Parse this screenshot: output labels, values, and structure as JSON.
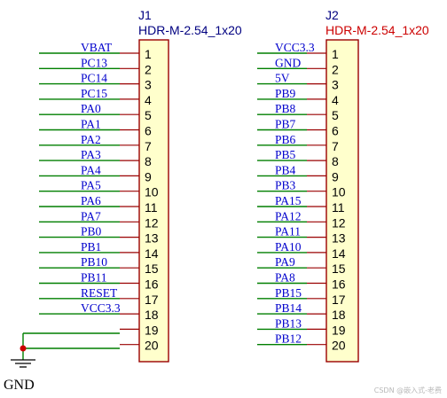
{
  "j1": {
    "ref": "J1",
    "value": "HDR-M-2.54_1x20",
    "pins": [
      "1",
      "2",
      "3",
      "4",
      "5",
      "6",
      "7",
      "8",
      "9",
      "10",
      "11",
      "12",
      "13",
      "14",
      "15",
      "16",
      "17",
      "18",
      "19",
      "20"
    ],
    "nets": [
      "VBAT",
      "PC13",
      "PC14",
      "PC15",
      "PA0",
      "PA1",
      "PA2",
      "PA3",
      "PA4",
      "PA5",
      "PA6",
      "PA7",
      "PB0",
      "PB1",
      "PB10",
      "PB11",
      "RESET",
      "VCC3.3",
      "",
      ""
    ]
  },
  "j2": {
    "ref": "J2",
    "value": "HDR-M-2.54_1x20",
    "pins": [
      "1",
      "2",
      "3",
      "4",
      "5",
      "6",
      "7",
      "8",
      "9",
      "10",
      "11",
      "12",
      "13",
      "14",
      "15",
      "16",
      "17",
      "18",
      "19",
      "20"
    ],
    "nets": [
      "VCC3.3",
      "GND",
      "5V",
      "PB9",
      "PB8",
      "PB7",
      "PB6",
      "PB5",
      "PB4",
      "PB3",
      "PA15",
      "PA12",
      "PA11",
      "PA10",
      "PA9",
      "PA8",
      "PB15",
      "PB14",
      "PB13",
      "PB12"
    ]
  },
  "gnd_label": "GND",
  "watermark": "CSDN @嵌入式-老费",
  "colors": {
    "component_body": "#ffffcc",
    "component_outline": "#990000",
    "wire": "#007f00",
    "net_label": "#0000cc",
    "value_j2": "#cc0000",
    "ref": "#000080",
    "junction": "#cc0000"
  }
}
